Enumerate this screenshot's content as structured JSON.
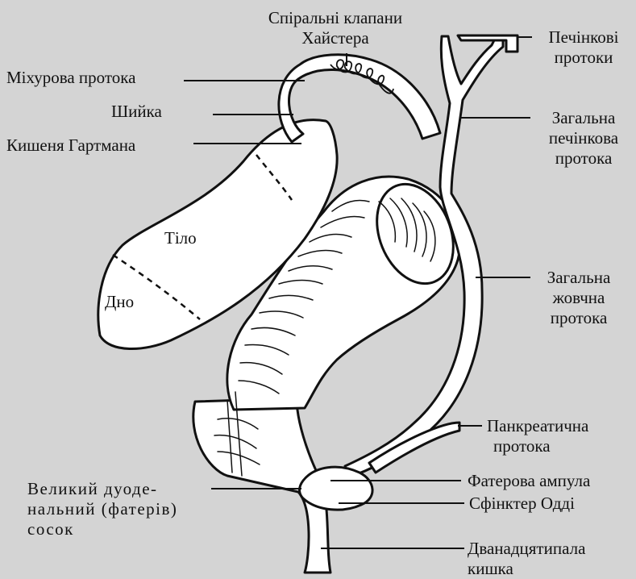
{
  "labels": {
    "spiral_valves": [
      "Спіральні клапани",
      "Хайстера"
    ],
    "cystic_duct": "Міхурова протока",
    "neck": "Шийка",
    "hartmann_pouch": "Кишеня Гартмана",
    "body": "Тіло",
    "fundus": "Дно",
    "hepatic_ducts": [
      "Печінкові",
      "протоки"
    ],
    "common_hepatic_duct": [
      "Загальна",
      "печінкова",
      "протока"
    ],
    "common_bile_duct": [
      "Загальна",
      "жовчна",
      "протока"
    ],
    "pancreatic_duct": [
      "Панкреатична",
      "протока"
    ],
    "vater_ampulla": "Фатерова ампула",
    "oddi_sphincter": "Сфінктер Одді",
    "duodenum": [
      "Дванадцятипала",
      "кишка"
    ],
    "major_papilla": [
      "Великий дуоде-",
      "нальний (фатерів)",
      "сосок"
    ]
  },
  "colors": {
    "background": "#d4d4d4",
    "organ_fill": "#ffffff",
    "outline": "#111111"
  }
}
